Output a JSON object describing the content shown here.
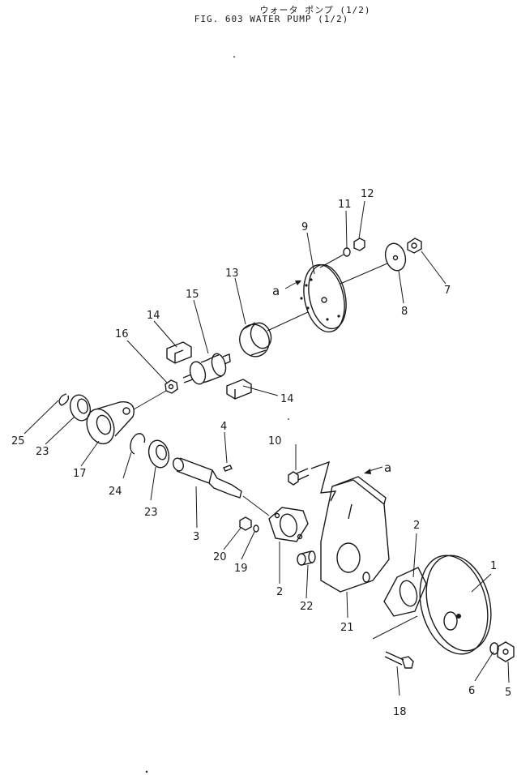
{
  "title": {
    "japanese": "ウォータ ポンプ (1/2)",
    "english": "FIG. 603  WATER PUMP (1/2)"
  },
  "callouts": [
    {
      "id": "c1",
      "label": "1"
    },
    {
      "id": "c2a",
      "label": "2"
    },
    {
      "id": "c2b",
      "label": "2"
    },
    {
      "id": "c3",
      "label": "3"
    },
    {
      "id": "c4",
      "label": "4"
    },
    {
      "id": "c5",
      "label": "5"
    },
    {
      "id": "c6",
      "label": "6"
    },
    {
      "id": "c7",
      "label": "7"
    },
    {
      "id": "c8",
      "label": "8"
    },
    {
      "id": "c9",
      "label": "9"
    },
    {
      "id": "c10",
      "label": "10"
    },
    {
      "id": "c11",
      "label": "11"
    },
    {
      "id": "c12",
      "label": "12"
    },
    {
      "id": "c13",
      "label": "13"
    },
    {
      "id": "c14a",
      "label": "14"
    },
    {
      "id": "c14b",
      "label": "14"
    },
    {
      "id": "c15",
      "label": "15"
    },
    {
      "id": "c16",
      "label": "16"
    },
    {
      "id": "c17",
      "label": "17"
    },
    {
      "id": "c18",
      "label": "18"
    },
    {
      "id": "c19",
      "label": "19"
    },
    {
      "id": "c20",
      "label": "20"
    },
    {
      "id": "c21",
      "label": "21"
    },
    {
      "id": "c22",
      "label": "22"
    },
    {
      "id": "c23a",
      "label": "23"
    },
    {
      "id": "c23b",
      "label": "23"
    },
    {
      "id": "c24",
      "label": "24"
    },
    {
      "id": "c25",
      "label": "25"
    },
    {
      "id": "ca1",
      "label": "a"
    },
    {
      "id": "ca2",
      "label": "a"
    }
  ]
}
